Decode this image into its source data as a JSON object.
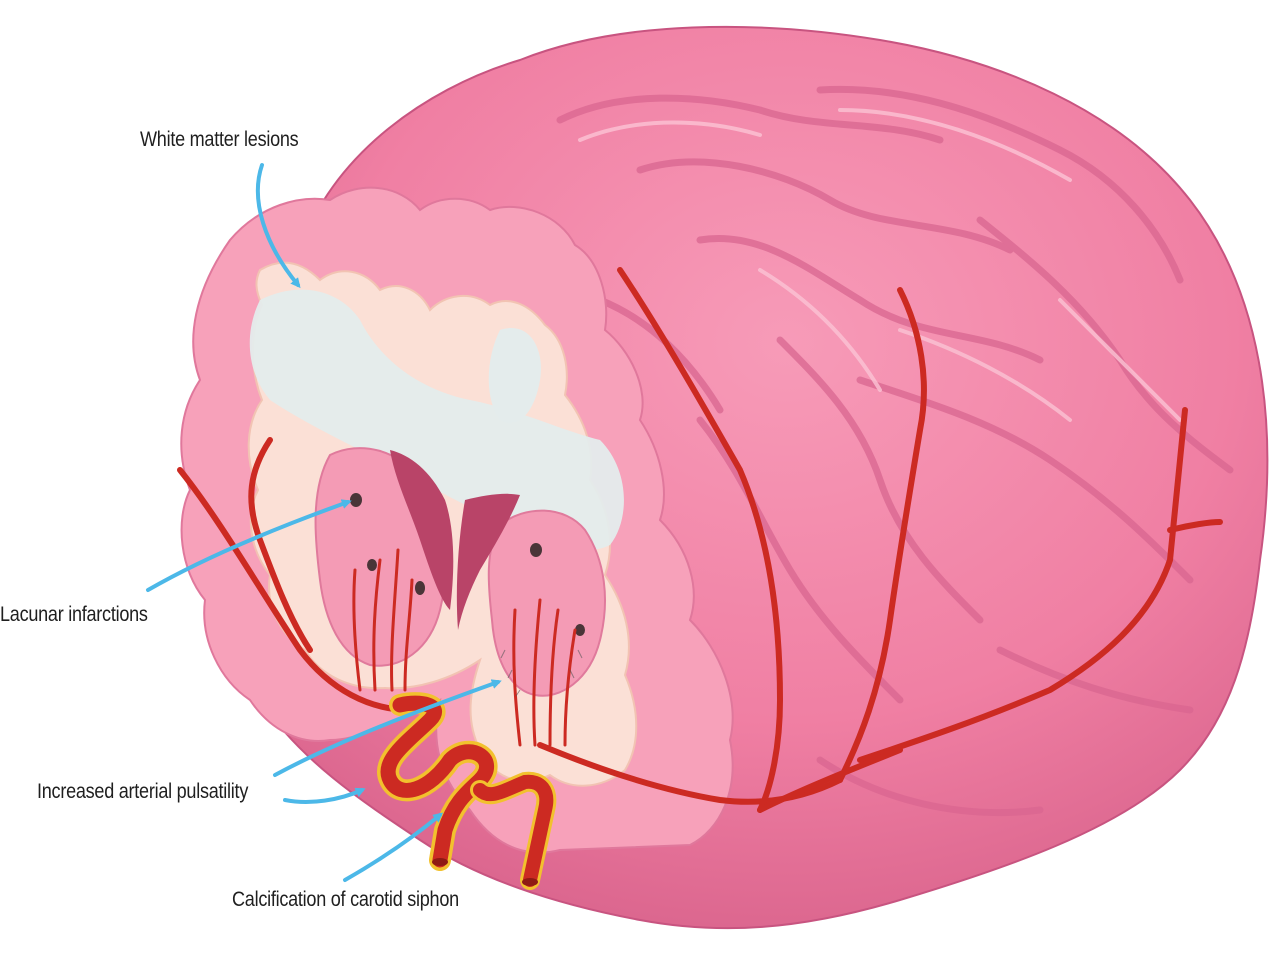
{
  "labels": {
    "white_matter_lesions": "White matter lesions",
    "lacunar_infarctions": "Lacunar infarctions",
    "increased_arterial_pulsatility": "Increased arterial pulsatility",
    "calcification_of_carotid_siphon": "Calcification of carotid siphon"
  },
  "colors": {
    "brain_surface": "#f283a6",
    "brain_shadow": "#d95f88",
    "gray_matter": "#f7a5bc",
    "white_matter": "#fbe0d6",
    "lesion": "#e4ecec",
    "artery": "#cc2a22",
    "artery_dark": "#8f1a14",
    "calcification": "#f2c12e",
    "arrow": "#4cb8e8",
    "ventricle": "#b94468",
    "lacune": "#4a3538"
  },
  "icons": [
    "arrow-icon"
  ]
}
